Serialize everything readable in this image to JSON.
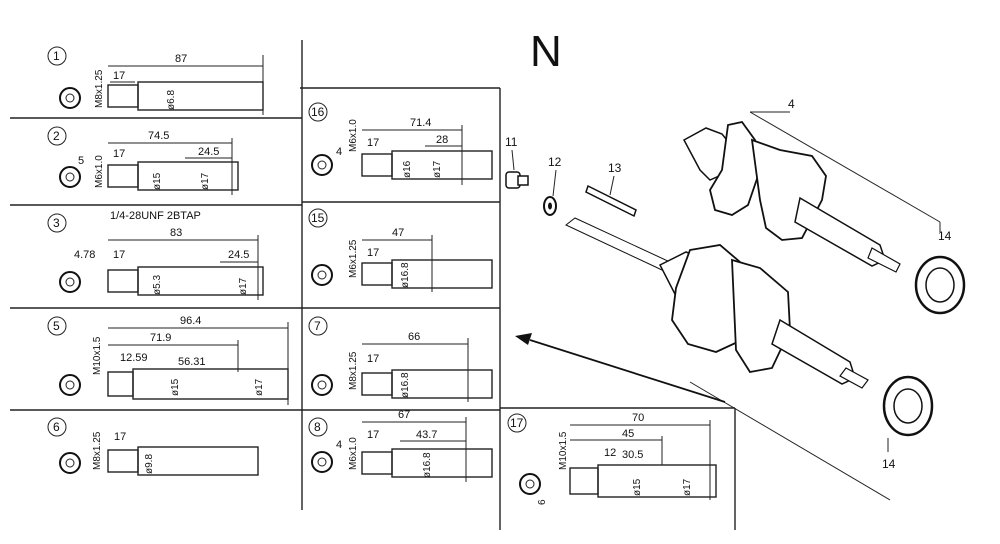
{
  "section_letter": "N",
  "panels": [
    {
      "key": "p1",
      "num": "1",
      "thread": "M8x1.25",
      "len": "87",
      "mid": "17",
      "dia": "ø6.8"
    },
    {
      "key": "p2",
      "num": "2",
      "thread": "M6x1.0",
      "len": "74.5",
      "mid": "17",
      "tail": "24.5",
      "side": "5",
      "dia": "ø15",
      "dia2": "ø17"
    },
    {
      "key": "p3",
      "num": "3",
      "title": "1/4-28UNF 2BTAP",
      "len": "83",
      "mid": "17",
      "tail": "24.5",
      "side": "4.78",
      "dia": "ø5.3",
      "dia2": "ø17"
    },
    {
      "key": "p5",
      "num": "5",
      "thread": "M10x1.5",
      "len": "96.4",
      "l2": "71.9",
      "l3": "12.59",
      "l4": "56.31",
      "dia": "ø15",
      "dia2": "ø17"
    },
    {
      "key": "p6",
      "num": "6",
      "thread": "M8x1.25",
      "mid": "17",
      "dia": "ø9.8"
    },
    {
      "key": "p16",
      "num": "16",
      "thread": "M6x1.0",
      "len": "71.4",
      "mid": "17",
      "tail": "28",
      "side": "4",
      "dia": "ø16",
      "dia2": "ø17"
    },
    {
      "key": "p15",
      "num": "15",
      "thread": "M6x1.25",
      "len": "47",
      "mid": "17",
      "dia": "ø16.8"
    },
    {
      "key": "p7",
      "num": "7",
      "thread": "M8x1.25",
      "len": "66",
      "mid": "17",
      "dia": "ø16.8"
    },
    {
      "key": "p8",
      "num": "8",
      "thread": "M6x1.0",
      "len": "67",
      "mid": "17",
      "tail": "43.7",
      "side": "4",
      "dia": "ø16.8"
    },
    {
      "key": "p17",
      "num": "17",
      "thread": "M10x1.5",
      "len": "70",
      "l2": "45",
      "l3": "12",
      "l4": "30.5",
      "side": "6",
      "dia": "ø15",
      "dia2": "ø17"
    }
  ],
  "callouts": {
    "c4": "4",
    "c11": "11",
    "c12": "12",
    "c13": "13",
    "c14a": "14",
    "c14b": "14"
  }
}
